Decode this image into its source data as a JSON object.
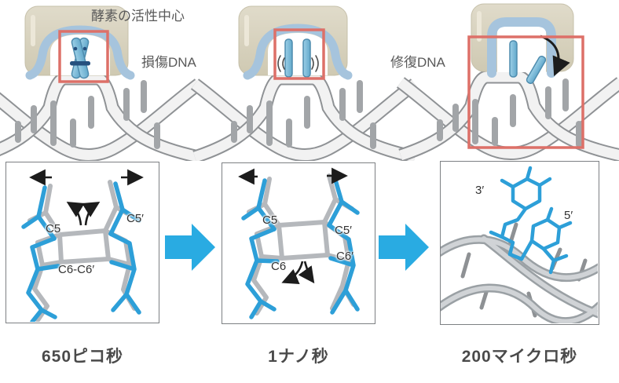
{
  "labels": {
    "active_site": "酵素の活性中心",
    "damaged_dna": "損傷DNA",
    "repaired_dna": "修復DNA"
  },
  "panels": [
    {
      "caption": "650ピコ秒",
      "atom_labels": {
        "c5": "C5",
        "c5_prime": "C5′",
        "c6_c6_prime": "C6-C6′"
      }
    },
    {
      "caption": "1ナノ秒",
      "atom_labels": {
        "c5": "C5",
        "c5_prime": "C5′",
        "c6_prime": "C6′",
        "c6": "C6"
      }
    },
    {
      "caption": "200マイクロ秒",
      "atom_labels": {
        "three_prime": "3′",
        "five_prime": "5′"
      }
    }
  ],
  "colors": {
    "accent_blue": "#29abe2",
    "stick_blue": "#2d9fd8",
    "stick_gray": "#b5b8bc",
    "enzyme_tan": "#d6d0bc",
    "band_blue": "#a6c4dd",
    "highlight_red": "#dd7068",
    "dna_gray": "#a2a5a8",
    "caption_text": "#4a4a4a"
  }
}
